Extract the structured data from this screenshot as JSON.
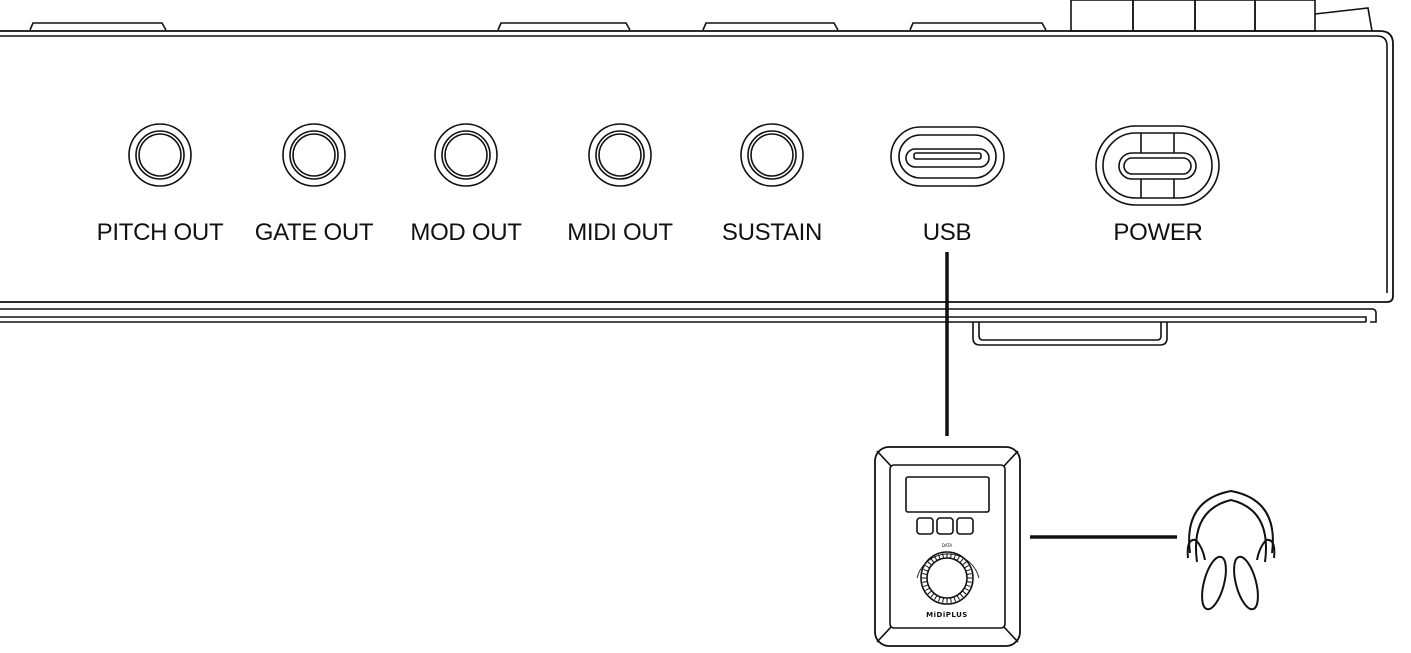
{
  "panel": {
    "ports": [
      {
        "label": "PITCH OUT"
      },
      {
        "label": "GATE OUT"
      },
      {
        "label": "MOD OUT"
      },
      {
        "label": "MIDI OUT"
      },
      {
        "label": "SUSTAIN"
      },
      {
        "label": "USB"
      },
      {
        "label": "POWER"
      }
    ]
  },
  "module": {
    "brand": "MiDiPLUS",
    "knob_label": "DATA"
  },
  "colors": {
    "line": "#111111",
    "background": "#ffffff"
  },
  "icons": [
    "jack-icon",
    "usb-c-icon",
    "power-port-icon",
    "headphones-icon",
    "knob-icon"
  ]
}
